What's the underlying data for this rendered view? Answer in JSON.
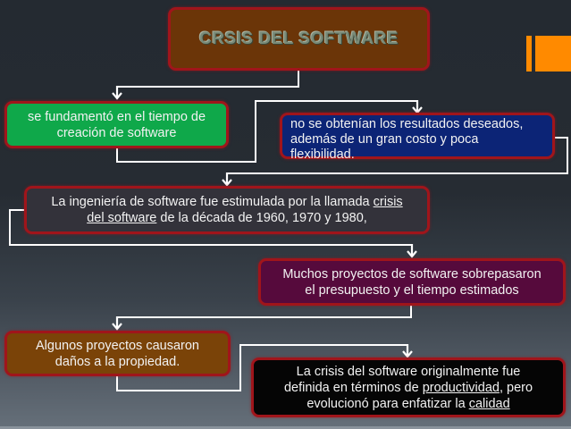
{
  "title": "CRSIS DEL SOFTWARE",
  "colors": {
    "accent_orange": "#ff8a00",
    "box_border": "#a0151b",
    "title_box": "#6b3508",
    "green_box": "#0fa84a",
    "blue_box": "#0c2476",
    "dark_box": "#33323a",
    "purple_box": "#560a3c",
    "brown_box": "#7a4308",
    "black_box": "#050505",
    "connector": "#ffffff"
  },
  "nodes": {
    "green": {
      "line1": "se fundamentó en el tiempo de",
      "line2": "creación de software"
    },
    "blue": {
      "line1": "no se obtenían los resultados deseados,",
      "line2": "además de un gran costo y poca",
      "line3": "flexibilidad."
    },
    "dark": {
      "line1_pre": "La ingeniería de software fue estimulada por la llamada ",
      "line1_link": "crisis",
      "line2_link": "del software",
      "line2_post": " de la década de 1960, 1970 y 1980,"
    },
    "purple": {
      "line1": "Muchos proyectos de software sobrepasaron",
      "line2": "el presupuesto y el tiempo estimados"
    },
    "brown": {
      "line1": "Algunos proyectos causaron",
      "line2": "daños a la propiedad."
    },
    "black": {
      "line1": "La crisis del software originalmente fue",
      "line2_pre": "definida en términos de ",
      "line2_link": "productividad",
      "line2_post": ", pero",
      "line3_pre": "evolucionó para enfatizar la ",
      "line3_link": "calidad"
    }
  }
}
